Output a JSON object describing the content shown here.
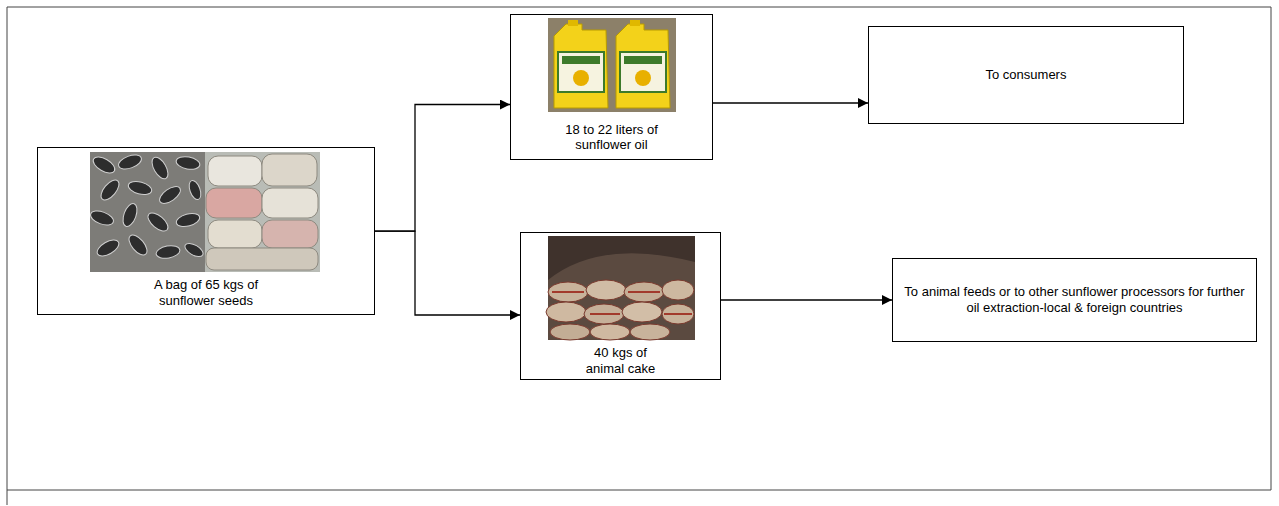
{
  "diagram": {
    "nodes": [
      {
        "text": [
          "A bag of 65 kgs of sunflower seeds"
        ]
      },
      {
        "text": [
          "18 to 22 liters of sunflower oil"
        ]
      },
      {
        "text": [
          "To consumers"
        ]
      },
      {
        "text": [
          "40 kgs of animal cake"
        ]
      },
      {
        "text": [
          "To animal feeds or to other sunflower processors for further oil extraction-local & foreign countries"
        ]
      }
    ],
    "edges": [
      {
        "from": 0,
        "to": 1,
        "arrow": "to"
      },
      {
        "from": 0,
        "to": 3,
        "arrow": "to"
      },
      {
        "from": 1,
        "to": 2,
        "arrow": "to"
      },
      {
        "from": 3,
        "to": 4,
        "arrow": "to"
      }
    ]
  }
}
